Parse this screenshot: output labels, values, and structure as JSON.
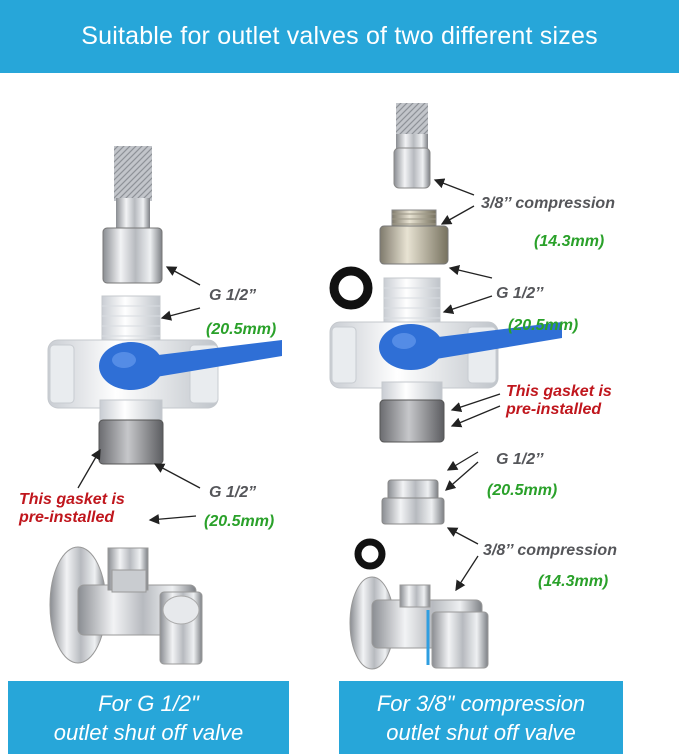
{
  "header": {
    "title": "Suitable for outlet valves of two different sizes"
  },
  "left": {
    "thread_label": "G 1/2”",
    "thread_size": "(20.5mm)",
    "gasket_line1": "This gasket is",
    "gasket_line2": "pre-installed",
    "bottom_thread_label": "G 1/2”",
    "bottom_thread_size": "(20.5mm)",
    "caption_line1": "For G 1/2\"",
    "caption_line2": "outlet shut off valve"
  },
  "right": {
    "compression_label": "3/8’’ compression",
    "compression_size": "(14.3mm)",
    "thread_label": "G 1/2’’",
    "thread_size": "(20.5mm)",
    "gasket_line1": "This gasket is",
    "gasket_line2": "pre-installed",
    "adapter_thread_label": "G 1/2’’",
    "adapter_thread_size": "(20.5mm)",
    "bottom_compression_label": "3/8’’ compression",
    "bottom_compression_size": "(14.3mm)",
    "caption_line1": "For 3/8\" compression",
    "caption_line2": "outlet shut off valve"
  },
  "colors": {
    "banner": "#27a6d9",
    "label_gray": "#55565a",
    "label_green": "#2aa12a",
    "label_red": "#c0161d",
    "valve_handle_blue": "#2f6fd6"
  }
}
